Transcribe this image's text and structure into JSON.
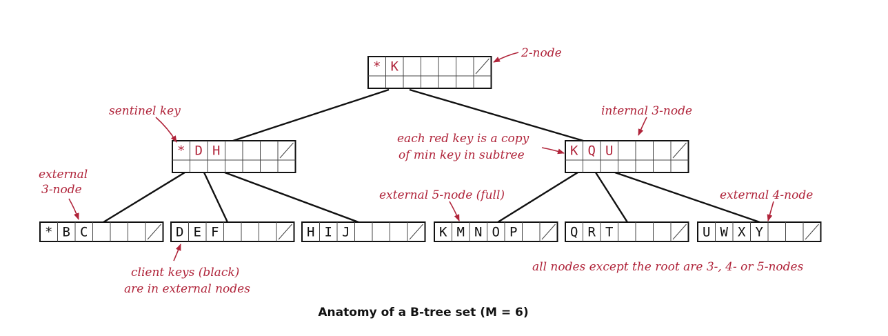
{
  "colors": {
    "red_key": "#b0243a",
    "black_key": "#111111",
    "annotation": "#b0243a",
    "node_border": "#111111",
    "edge": "#111111"
  },
  "nodes": [
    {
      "id": "root",
      "keys": [
        "*",
        "K"
      ],
      "red": [
        true,
        true
      ]
    },
    {
      "id": "left",
      "keys": [
        "*",
        "D",
        "H"
      ],
      "red": [
        true,
        true,
        true
      ]
    },
    {
      "id": "right",
      "keys": [
        "K",
        "Q",
        "U"
      ],
      "red": [
        true,
        true,
        true
      ]
    },
    {
      "id": "leaf-bc",
      "keys": [
        "*",
        "B",
        "C"
      ],
      "red": [
        false,
        false,
        false
      ]
    },
    {
      "id": "leaf-def",
      "keys": [
        "D",
        "E",
        "F"
      ],
      "red": [
        false,
        false,
        false
      ]
    },
    {
      "id": "leaf-hij",
      "keys": [
        "H",
        "I",
        "J"
      ],
      "red": [
        false,
        false,
        false
      ]
    },
    {
      "id": "leaf-kmnop",
      "keys": [
        "K",
        "M",
        "N",
        "O",
        "P"
      ],
      "red": [
        false,
        false,
        false,
        false,
        false
      ]
    },
    {
      "id": "leaf-qrt",
      "keys": [
        "Q",
        "R",
        "T"
      ],
      "red": [
        false,
        false,
        false
      ]
    },
    {
      "id": "leaf-uwxy",
      "keys": [
        "U",
        "W",
        "X",
        "Y"
      ],
      "red": [
        false,
        false,
        false,
        false
      ]
    }
  ],
  "annotations": {
    "two_node": "2-node",
    "sentinel_key": "sentinel key",
    "internal_3_node": "internal 3-node",
    "red_copy_line1": "each red key is a copy",
    "red_copy_line2": "of min key in subtree",
    "external_3_node_line1": "external",
    "external_3_node_line2": "3-node",
    "external_5_node": "external 5-node (full)",
    "external_4_node": "external 4-node",
    "client_keys_line1": "client keys (black)",
    "client_keys_line2": "are in external nodes",
    "all_nodes": "all nodes except the root are 3-, 4- or 5-nodes"
  },
  "caption": "Anatomy of a B-tree set (M = 6)"
}
